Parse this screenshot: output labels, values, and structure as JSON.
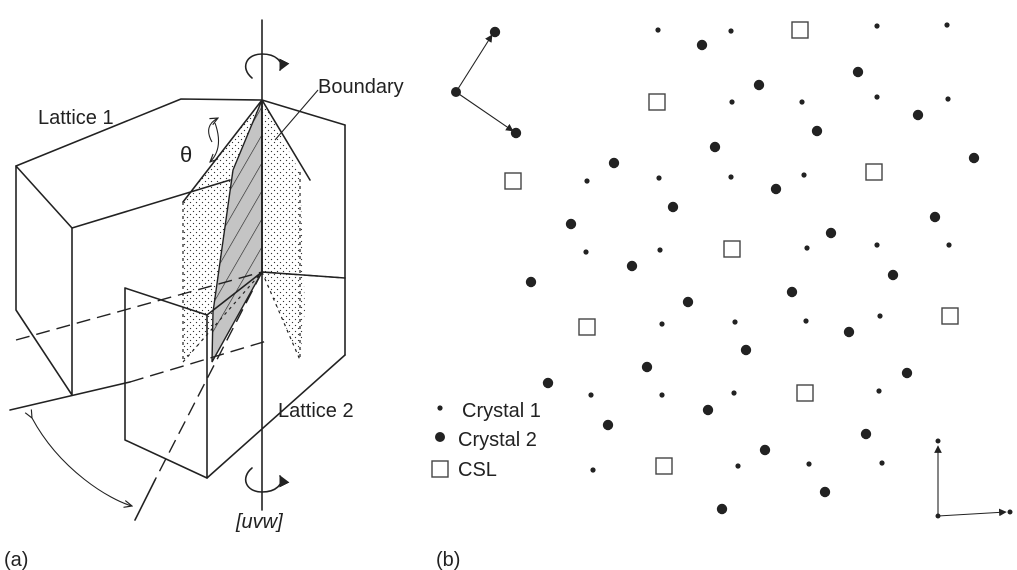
{
  "panel_a": {
    "tag": "(a)",
    "lattice1_label": "Lattice 1",
    "lattice2_label": "Lattice 2",
    "boundary_label": "Boundary",
    "theta_label": "θ",
    "axis_label": "[uvw]"
  },
  "panel_b": {
    "tag": "(b)",
    "legend": {
      "crystal1": "Crystal 1",
      "crystal2": "Crystal 2",
      "csl": "CSL"
    },
    "crystal1_points": [
      [
        658,
        30
      ],
      [
        731,
        31
      ],
      [
        877,
        26
      ],
      [
        947,
        25
      ],
      [
        732,
        102
      ],
      [
        802,
        102
      ],
      [
        877,
        97
      ],
      [
        948,
        99
      ],
      [
        587,
        181
      ],
      [
        659,
        178
      ],
      [
        731,
        177
      ],
      [
        804,
        175
      ],
      [
        875,
        172
      ],
      [
        586,
        252
      ],
      [
        660,
        250
      ],
      [
        807,
        248
      ],
      [
        877,
        245
      ],
      [
        949,
        245
      ],
      [
        662,
        324
      ],
      [
        735,
        322
      ],
      [
        806,
        321
      ],
      [
        880,
        316
      ],
      [
        591,
        395
      ],
      [
        662,
        395
      ],
      [
        734,
        393
      ],
      [
        879,
        391
      ],
      [
        593,
        470
      ],
      [
        738,
        466
      ],
      [
        809,
        464
      ],
      [
        882,
        463
      ]
    ],
    "crystal2_points": [
      [
        495,
        32
      ],
      [
        702,
        45
      ],
      [
        858,
        72
      ],
      [
        516,
        133
      ],
      [
        759,
        85
      ],
      [
        817,
        131
      ],
      [
        918,
        115
      ],
      [
        974,
        158
      ],
      [
        614,
        163
      ],
      [
        715,
        147
      ],
      [
        776,
        189
      ],
      [
        673,
        207
      ],
      [
        935,
        217
      ],
      [
        571,
        224
      ],
      [
        831,
        233
      ],
      [
        632,
        266
      ],
      [
        531,
        282
      ],
      [
        893,
        275
      ],
      [
        792,
        292
      ],
      [
        688,
        302
      ],
      [
        849,
        332
      ],
      [
        746,
        350
      ],
      [
        647,
        367
      ],
      [
        907,
        373
      ],
      [
        548,
        383
      ],
      [
        708,
        410
      ],
      [
        608,
        425
      ],
      [
        866,
        434
      ],
      [
        765,
        450
      ],
      [
        825,
        492
      ],
      [
        722,
        509
      ]
    ],
    "csl_points": [
      [
        800,
        30
      ],
      [
        657,
        102
      ],
      [
        513,
        181
      ],
      [
        874,
        172
      ],
      [
        732,
        249
      ],
      [
        587,
        327
      ],
      [
        950,
        316
      ],
      [
        805,
        393
      ],
      [
        664,
        466
      ]
    ]
  }
}
